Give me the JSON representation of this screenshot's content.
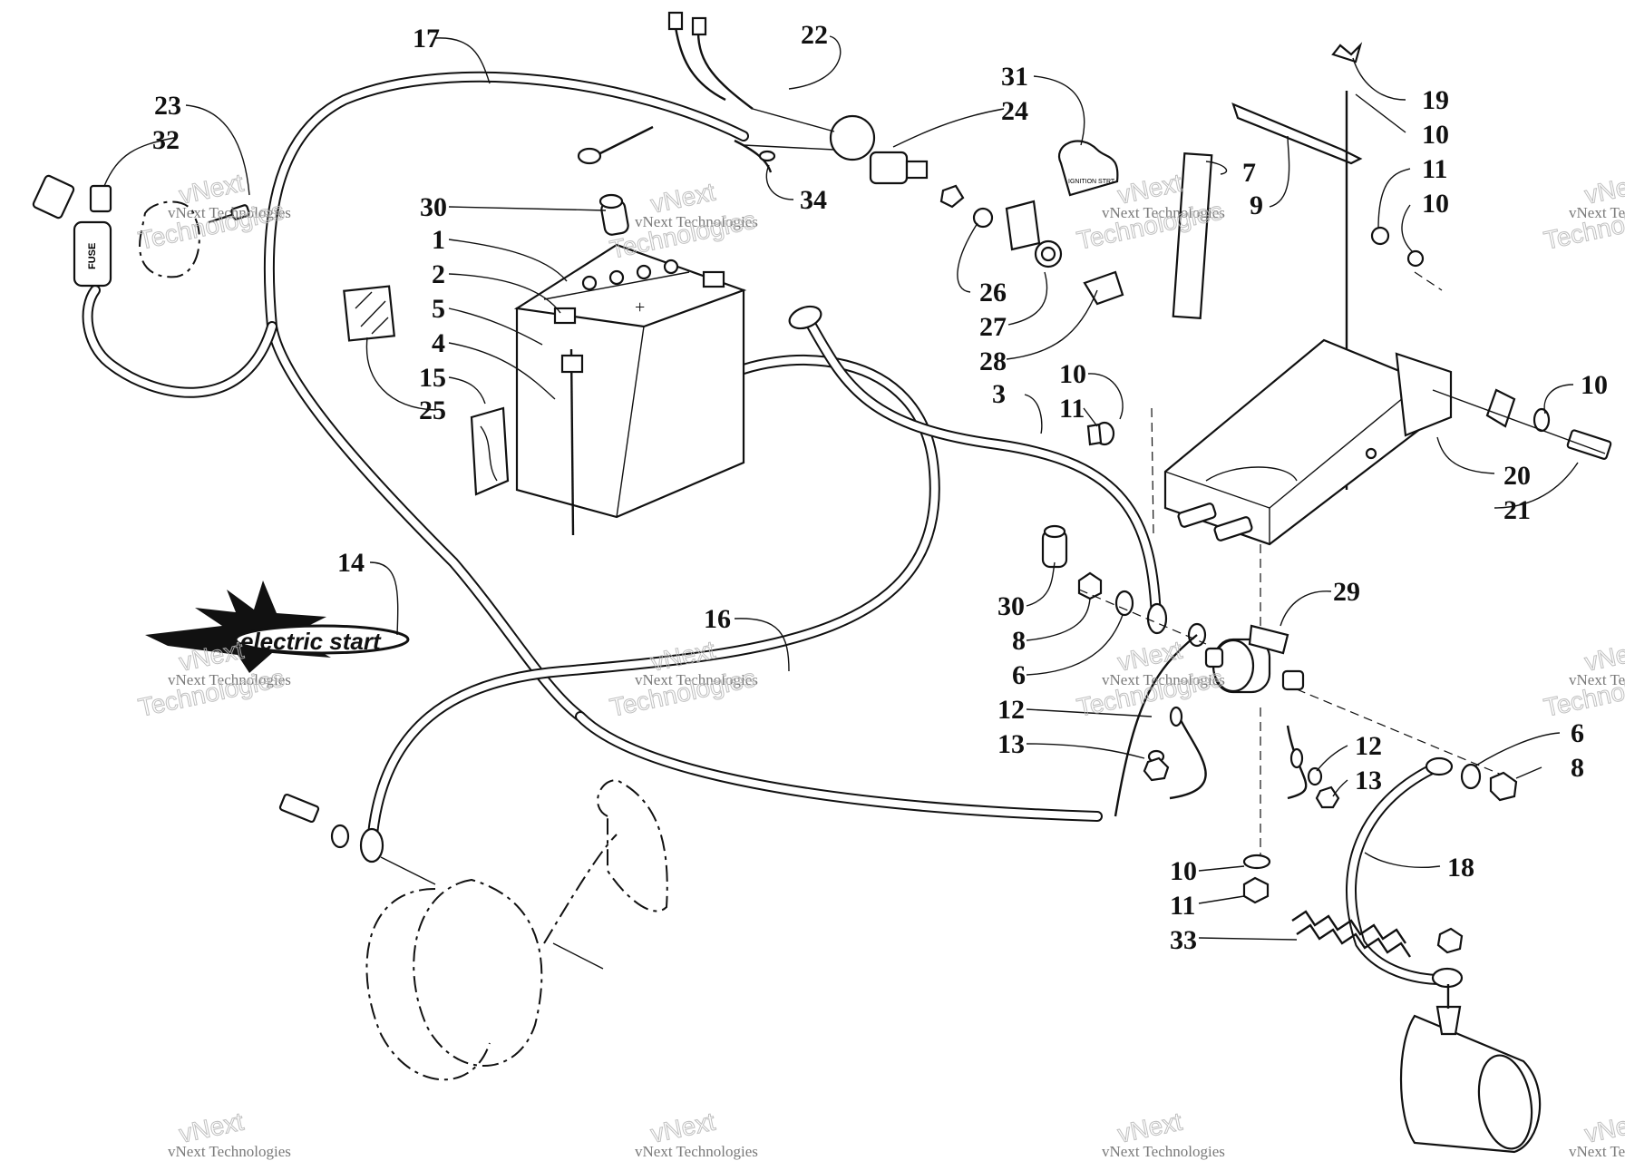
{
  "diagram": {
    "callouts": [
      {
        "n": "17"
      },
      {
        "n": "22"
      },
      {
        "n": "23"
      },
      {
        "n": "32"
      },
      {
        "n": "31"
      },
      {
        "n": "24"
      },
      {
        "n": "30"
      },
      {
        "n": "34"
      },
      {
        "n": "1"
      },
      {
        "n": "2"
      },
      {
        "n": "5"
      },
      {
        "n": "4"
      },
      {
        "n": "15"
      },
      {
        "n": "25"
      },
      {
        "n": "26"
      },
      {
        "n": "27"
      },
      {
        "n": "28"
      },
      {
        "n": "7"
      },
      {
        "n": "9"
      },
      {
        "n": "19"
      },
      {
        "n": "10"
      },
      {
        "n": "11"
      },
      {
        "n": "10"
      },
      {
        "n": "10"
      },
      {
        "n": "11"
      },
      {
        "n": "3"
      },
      {
        "n": "10"
      },
      {
        "n": "20"
      },
      {
        "n": "21"
      },
      {
        "n": "14"
      },
      {
        "n": "16"
      },
      {
        "n": "30"
      },
      {
        "n": "8"
      },
      {
        "n": "6"
      },
      {
        "n": "29"
      },
      {
        "n": "12"
      },
      {
        "n": "13"
      },
      {
        "n": "12"
      },
      {
        "n": "13"
      },
      {
        "n": "6"
      },
      {
        "n": "8"
      },
      {
        "n": "18"
      },
      {
        "n": "10"
      },
      {
        "n": "11"
      },
      {
        "n": "33"
      }
    ],
    "fuse_text": "FUSE",
    "decal_text": "IGNITION STRT",
    "logo_text": "electric start",
    "watermark": {
      "line1": "vNext Technologies",
      "line2": "vNext",
      "line3": "Technologies"
    }
  }
}
